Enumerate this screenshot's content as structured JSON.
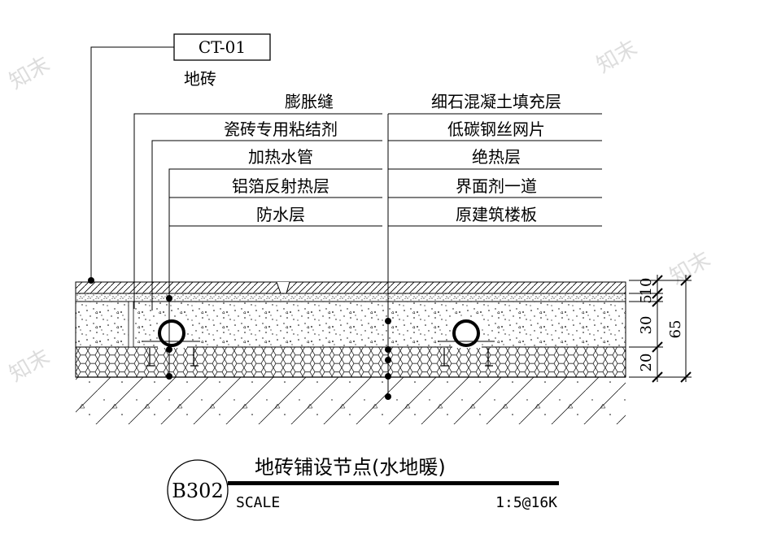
{
  "tag": {
    "code": "CT-01",
    "material": "地砖"
  },
  "labels_left": [
    "膨胀缝",
    "瓷砖专用粘结剂",
    "加热水管",
    "铝箔反射热层",
    "防水层"
  ],
  "labels_right": [
    "细石混凝土填充层",
    "低碳钢丝网片",
    "绝热层",
    "界面剂一道",
    "原建筑楼板"
  ],
  "dimensions": {
    "d1": "10",
    "d2": "5",
    "d3": "30",
    "d4": "20",
    "total": "65"
  },
  "footer": {
    "detail_id": "B302",
    "title": "地砖铺设节点(水地暖)",
    "scale_label": "SCALE",
    "scale_value": "1:5@16K"
  },
  "watermark": "知末"
}
